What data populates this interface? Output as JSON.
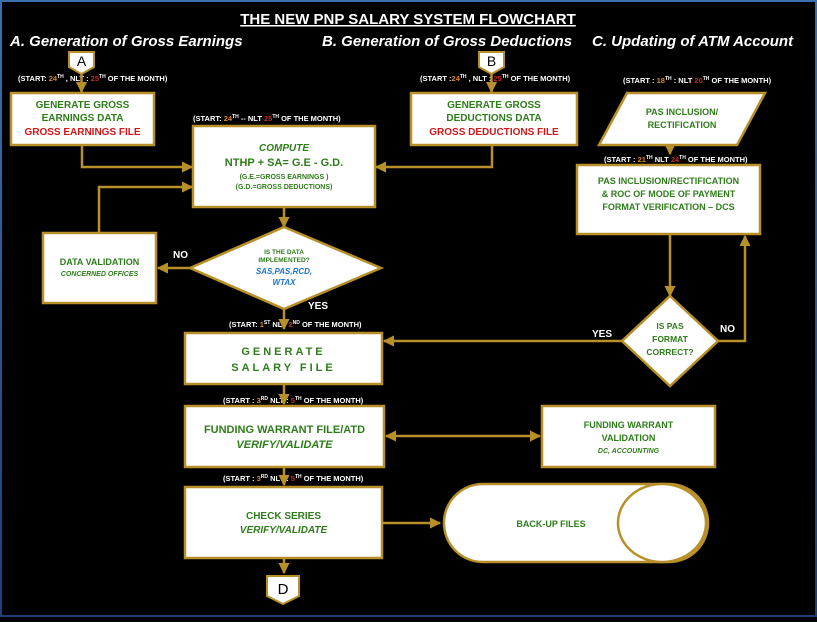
{
  "title": "THE NEW PNP SALARY SYSTEM FLOWCHART",
  "sections": {
    "a": "A. Generation of Gross Earnings",
    "b": "B. Generation of Gross Deductions",
    "c": "C. Updating of ATM Account"
  },
  "connectors": {
    "a": "A",
    "b": "B",
    "d": "D"
  },
  "schedules": {
    "gross_earnings": {
      "start": "(START: ",
      "start_day": "24",
      "start_sup": "TH",
      "mid": " , NLT : ",
      "nlt_day": "25",
      "nlt_sup": "TH",
      "end": " OF THE MONTH)"
    },
    "gross_deductions": {
      "start": "(START :",
      "start_day": "24",
      "start_sup": "TH",
      "mid": " , NLT : ",
      "nlt_day": "25",
      "nlt_sup": "TH",
      "end": " OF THE MONTH)"
    },
    "pas": {
      "start": "(START : ",
      "start_day": "18",
      "start_sup": "TH",
      "mid": "  : NLT ",
      "nlt_day": "20",
      "nlt_sup": "TH",
      "end": " OF THE MONTH)"
    },
    "compute": {
      "start": "(START: ",
      "start_day": "24",
      "start_sup": "TH",
      "mid": " -- NLT ",
      "nlt_day": "25",
      "nlt_sup": "TH",
      "end": " OF THE MONTH)"
    },
    "pas_roc": {
      "start": "(START : ",
      "start_day": "21",
      "start_sup": "TH",
      "mid": "  NLT ",
      "nlt_day": "24",
      "nlt_sup": "TH",
      "end": " OF THE MONTH)"
    },
    "salary": {
      "start": "(START: ",
      "start_day": "1",
      "start_sup": "ST",
      "mid": " NLT ",
      "nlt_day": "2",
      "nlt_sup": "ND",
      "end": " OF THE MONTH)"
    },
    "funding": {
      "start": "(START : ",
      "start_day": "3",
      "start_sup": "RD",
      "mid": " NLT : ",
      "nlt_day": "5",
      "nlt_sup": "TH",
      "end": " OF THE MONTH)"
    },
    "check": {
      "start": "(START : ",
      "start_day": "3",
      "start_sup": "RD",
      "mid": " NLT : ",
      "nlt_day": "5",
      "nlt_sup": "TH",
      "end": " OF THE MONTH)"
    }
  },
  "boxes": {
    "gross_earnings": {
      "line1": "GENERATE GROSS",
      "line2": "EARNINGS DATA",
      "file": "GROSS EARNINGS FILE"
    },
    "gross_deductions": {
      "line1": "GENERATE GROSS",
      "line2": "DEDUCTIONS DATA",
      "file": "GROSS DEDUCTIONS FILE"
    },
    "compute": {
      "heading": "COMPUTE",
      "formula": "NTHP + SA= G.E  - G.D.",
      "note1": "(G.E.=GROSS EARNINGS )",
      "note2": "(G.D.=GROSS DEDUCTIONS)"
    },
    "pas_input": {
      "line1": "PAS INCLUSION/",
      "line2": "RECTIFICATION"
    },
    "pas_roc": {
      "line1": "PAS INCLUSION/RECTIFICATION",
      "line2": "& ROC OF MODE OF PAYMENT",
      "line3": "FORMAT VERIFICATION – DCS"
    },
    "data_validation": {
      "line1": "DATA VALIDATION",
      "line2": "CONCERNED OFFICES"
    },
    "salary": {
      "line1": "GENERATE",
      "line2": "SALARY FILE"
    },
    "funding": {
      "line1": "FUNDING WARRANT FILE/ATD",
      "line2": "VERIFY/VALIDATE"
    },
    "funding_validation": {
      "line1": "FUNDING WARRANT",
      "line2": "VALIDATION",
      "line3": "DC, ACCOUNTING"
    },
    "check": {
      "line1": "CHECK SERIES",
      "line2": "VERIFY/VALIDATE"
    },
    "backup": {
      "label": "BACK-UP FILES"
    }
  },
  "decisions": {
    "implemented": {
      "line1": "IS THE DATA",
      "line2": "IMPLEMENTED?",
      "line3": "SAS,PAS,RCD,",
      "line4": "WTAX",
      "no": "NO",
      "yes": "YES"
    },
    "pas_format": {
      "line1": "IS PAS",
      "line2": "FORMAT",
      "line3": "CORRECT?",
      "no": "NO",
      "yes": "YES"
    }
  },
  "colors": {
    "background": "#000000",
    "box_stroke": "#b8902a",
    "green_text": "#2e7d1a",
    "red_text": "#d01818",
    "blue_text": "#1a73d0",
    "date_red": "#c62828",
    "date_orange": "#d98a1f"
  }
}
